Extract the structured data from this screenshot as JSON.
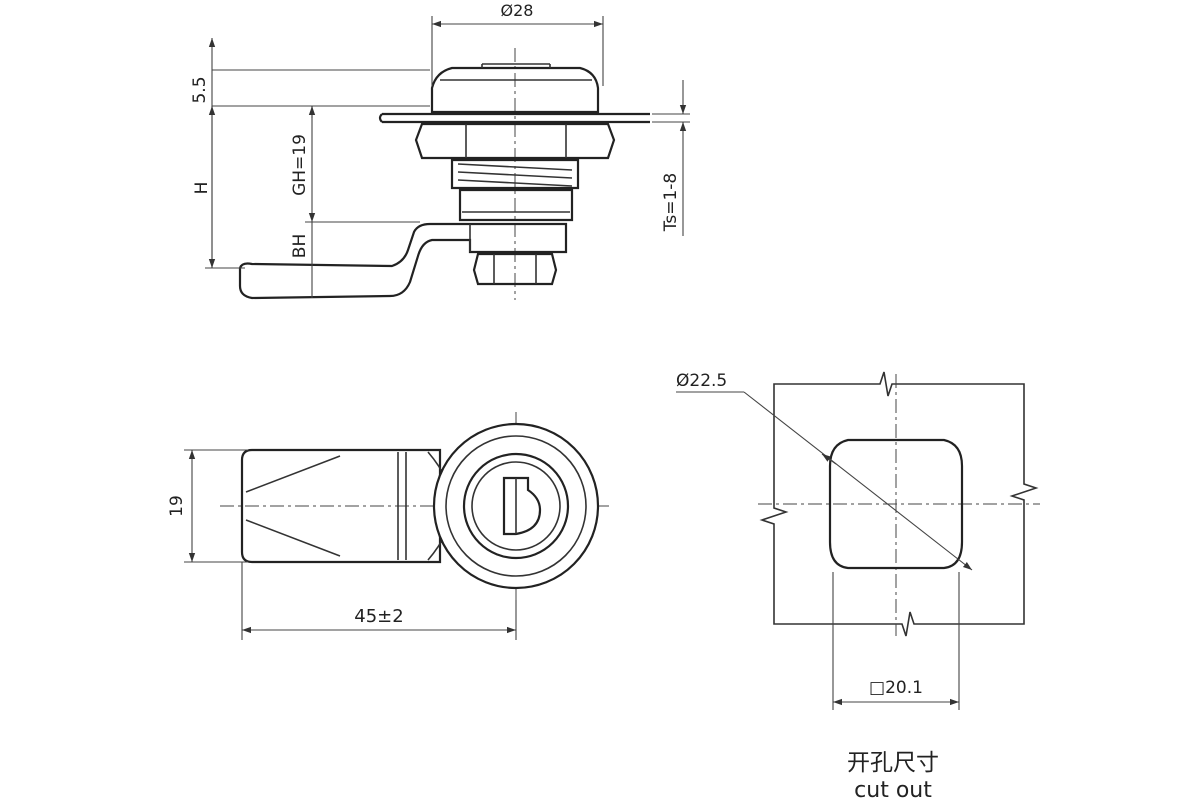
{
  "side_view": {
    "diameter_label": "Ø28",
    "bezel_height_label": "5.5",
    "h_label": "H",
    "gh_label": "GH=19",
    "bh_label": "BH",
    "ts_label": "Ts=1-8"
  },
  "front_view": {
    "height_label": "19",
    "length_label": "45±2"
  },
  "cutout": {
    "diameter_label": "Ø22.5",
    "flat_label": "□20.1",
    "title_cn": "开孔尺寸",
    "title_en": "cut out"
  }
}
